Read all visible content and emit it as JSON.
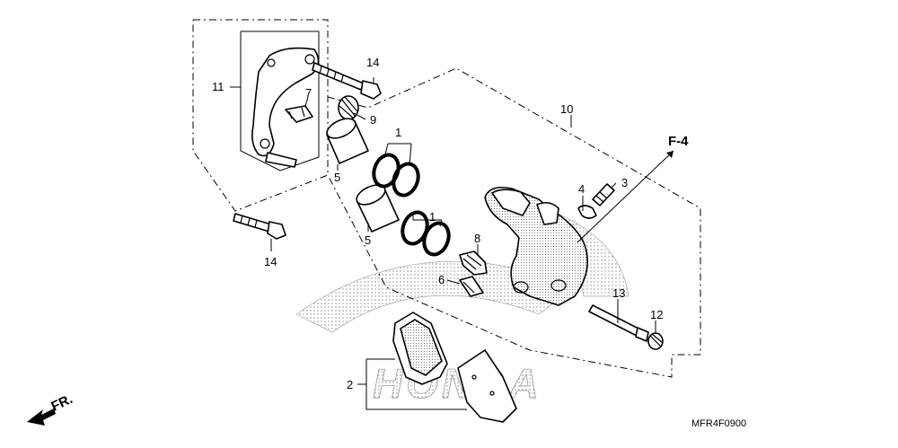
{
  "labels": {
    "p1a": "1",
    "p1b": "1",
    "p2": "2",
    "p3": "3",
    "p4": "4",
    "p5a": "5",
    "p5b": "5",
    "p6": "6",
    "p7": "7",
    "p8": "8",
    "p9": "9",
    "p10": "10",
    "p11": "11",
    "p12": "12",
    "p13": "13",
    "p14a": "14",
    "p14b": "14"
  },
  "ref_label": "F-4",
  "direction_label": "FR.",
  "watermark": "HONDA",
  "diagram_code": "MFR4F0900"
}
